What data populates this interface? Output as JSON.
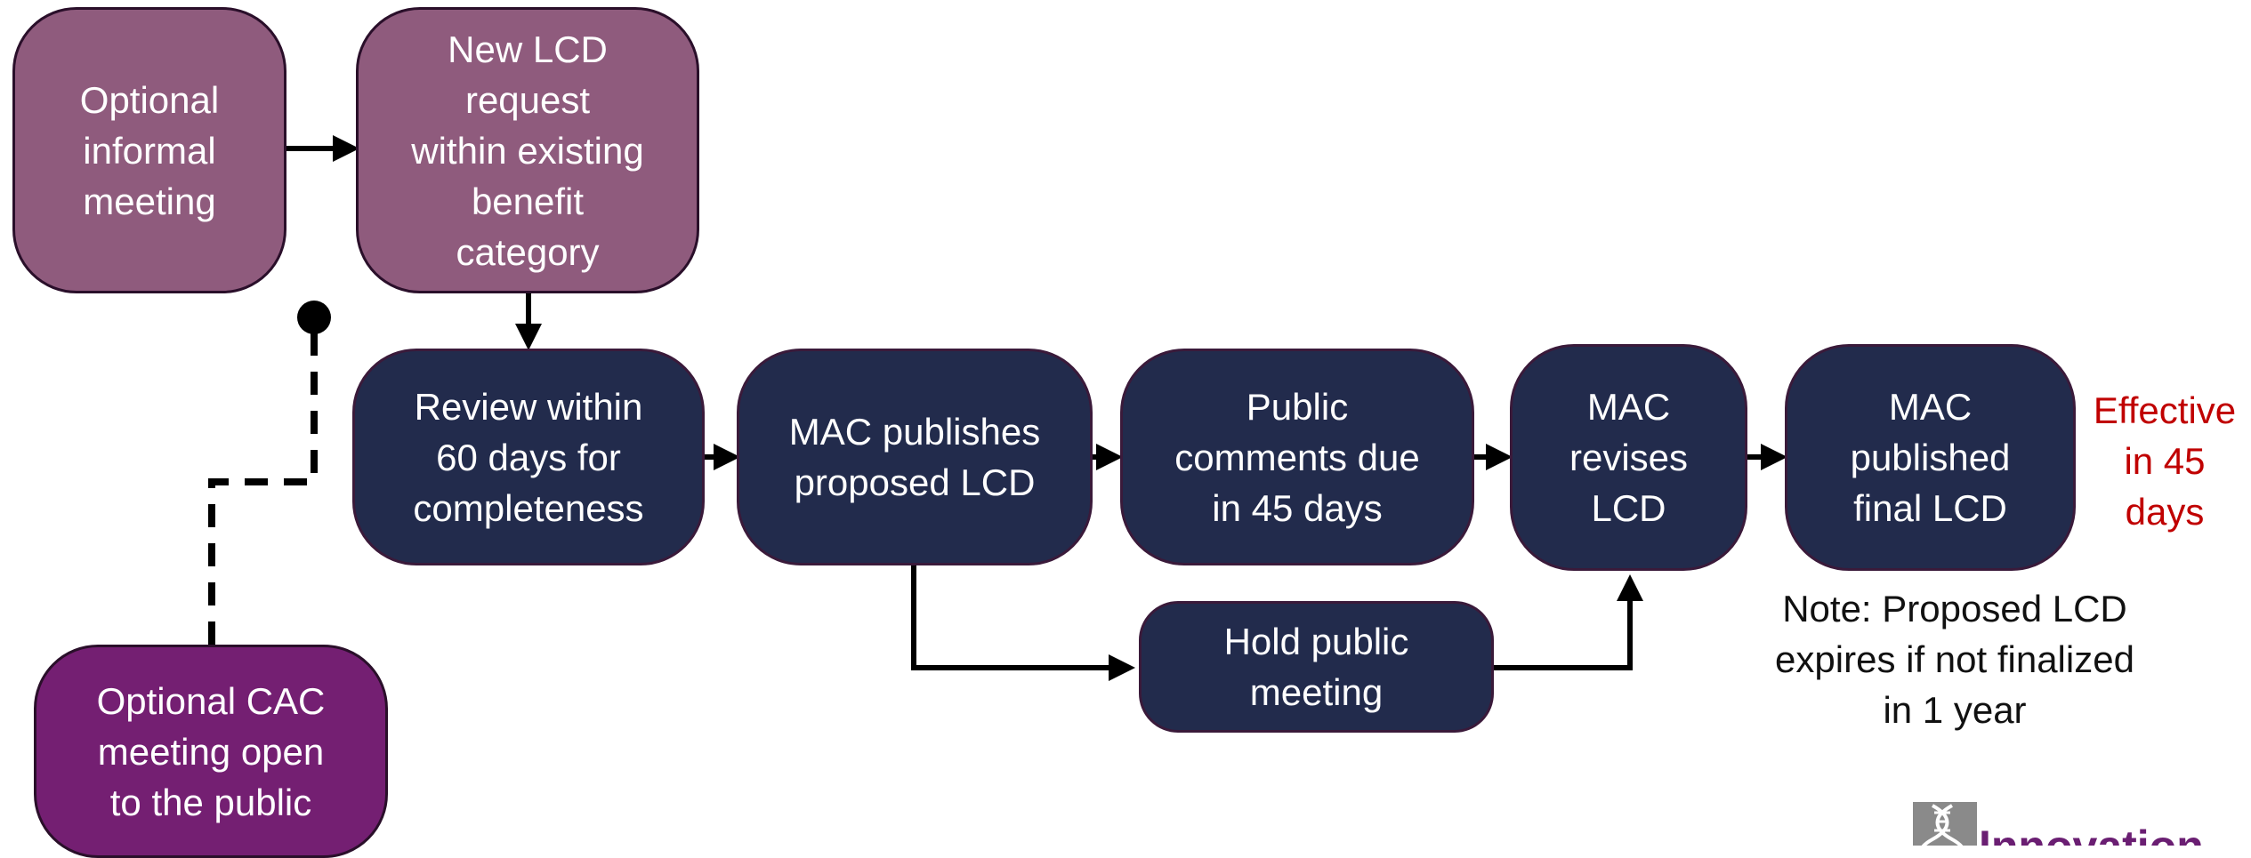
{
  "boxes": {
    "optional_meeting": "Optional\ninformal\nmeeting",
    "new_lcd_request": "New LCD\nrequest\nwithin existing\nbenefit\ncategory",
    "review": "Review within\n60 days for\ncompleteness",
    "mac_publishes": "MAC publishes\nproposed LCD",
    "public_comments": "Public\ncomments due\nin 45 days",
    "mac_revises": "MAC\nrevises\nLCD",
    "mac_published_final": "MAC\npublished\nfinal LCD",
    "hold_public_meeting": "Hold public\nmeeting",
    "optional_cac": "Optional CAC\nmeeting open\nto the public"
  },
  "effective_label": "Effective\nin 45\ndays",
  "note": "Note: Proposed LCD\nexpires if not finalized\nin 1 year",
  "logo": {
    "text": "Innovation",
    "icon": "dna-helix-icon"
  },
  "colors": {
    "mauve": "#8f5b7d",
    "navy": "#222b4c",
    "purple": "#741f72",
    "effective_red": "#c00000",
    "logo_purple": "#6a1e72"
  }
}
